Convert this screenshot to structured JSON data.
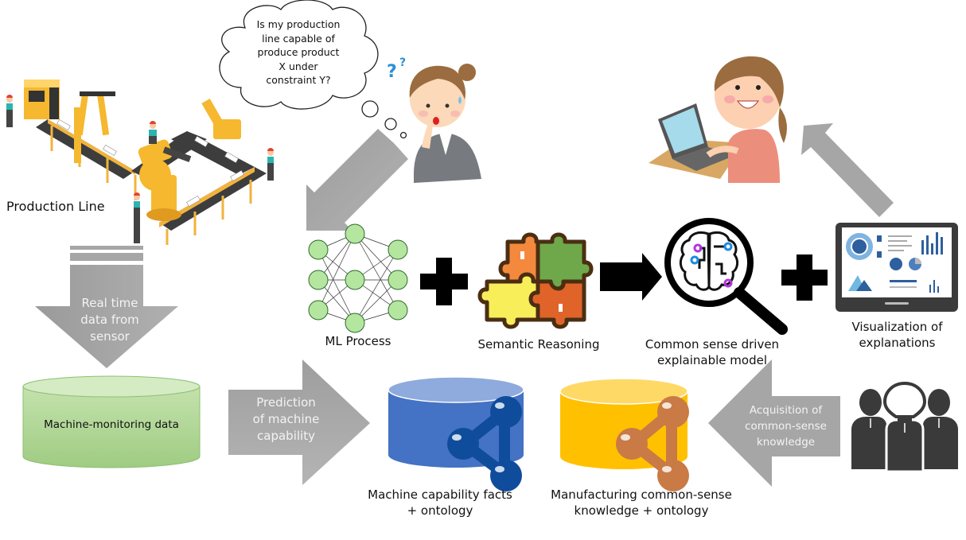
{
  "diagram": {
    "thought_bubble": {
      "lines": [
        "Is my production",
        "line capable of",
        "produce product",
        "X under",
        "constraint Y?"
      ]
    },
    "production_line": {
      "label": "Production Line"
    },
    "sensor_arrow": {
      "lines": [
        "Real time",
        "data from",
        "sensor"
      ]
    },
    "monitoring_db": {
      "label": "Machine-monitoring data",
      "color": "#a9d18e"
    },
    "prediction_arrow": {
      "lines": [
        "Prediction",
        "of machine",
        "capability"
      ]
    },
    "capability_db": {
      "lines": [
        "Machine capability facts",
        "+ ontology"
      ],
      "color": "#4472c4",
      "node_color": "#0f4c9c"
    },
    "commonsense_db": {
      "lines": [
        "Manufacturing common-sense",
        "knowledge + ontology"
      ],
      "color": "#ffc000",
      "node_color": "#c97a45"
    },
    "acquisition_arrow": {
      "lines": [
        "Acquisition of",
        "common-sense",
        "knowledge"
      ]
    },
    "experts": {
      "icon": "experts-lightbulb-icon",
      "color": "#3a3a3a"
    },
    "ml_process": {
      "label": "ML Process",
      "node_color": "#b5e6a0"
    },
    "semantic_reasoning": {
      "label": "Semantic Reasoning",
      "piece_colors": [
        "#f4893e",
        "#6ea84a",
        "#f7ee5a",
        "#e0642a"
      ]
    },
    "explainable_model": {
      "lines": [
        "Common sense driven",
        "explainable model"
      ]
    },
    "visualization": {
      "lines": [
        "Visualization of",
        "explanations"
      ]
    },
    "operators": {
      "plus": "+",
      "arrow": "→"
    },
    "colors": {
      "gray_arrow": "#a6a6a6",
      "black": "#000000"
    }
  }
}
